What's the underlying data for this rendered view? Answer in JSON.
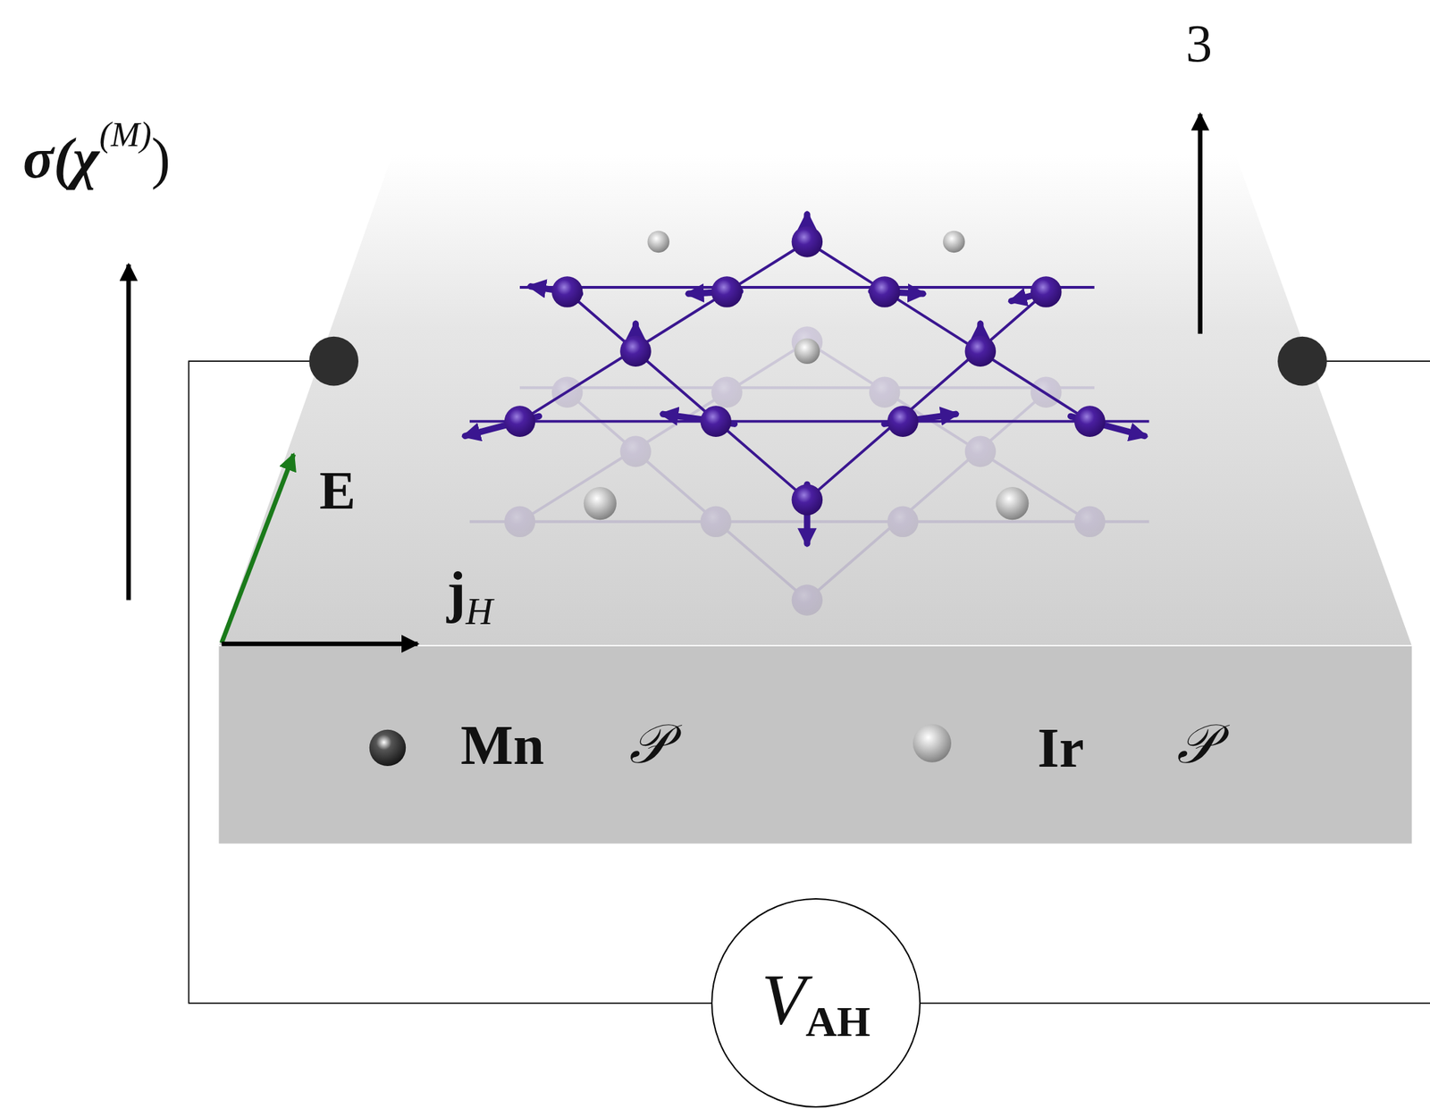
{
  "diagram": {
    "nodes": [
      {
        "text": [
          "V",
          "AH"
        ]
      }
    ],
    "labels": [
      "σ(χ",
      "(M)",
      ")",
      "3",
      "E",
      "j",
      "H",
      "𝒫",
      "𝒫"
    ],
    "legend": [
      {
        "text": "Mn"
      },
      {
        "text": "Ir"
      }
    ]
  }
}
